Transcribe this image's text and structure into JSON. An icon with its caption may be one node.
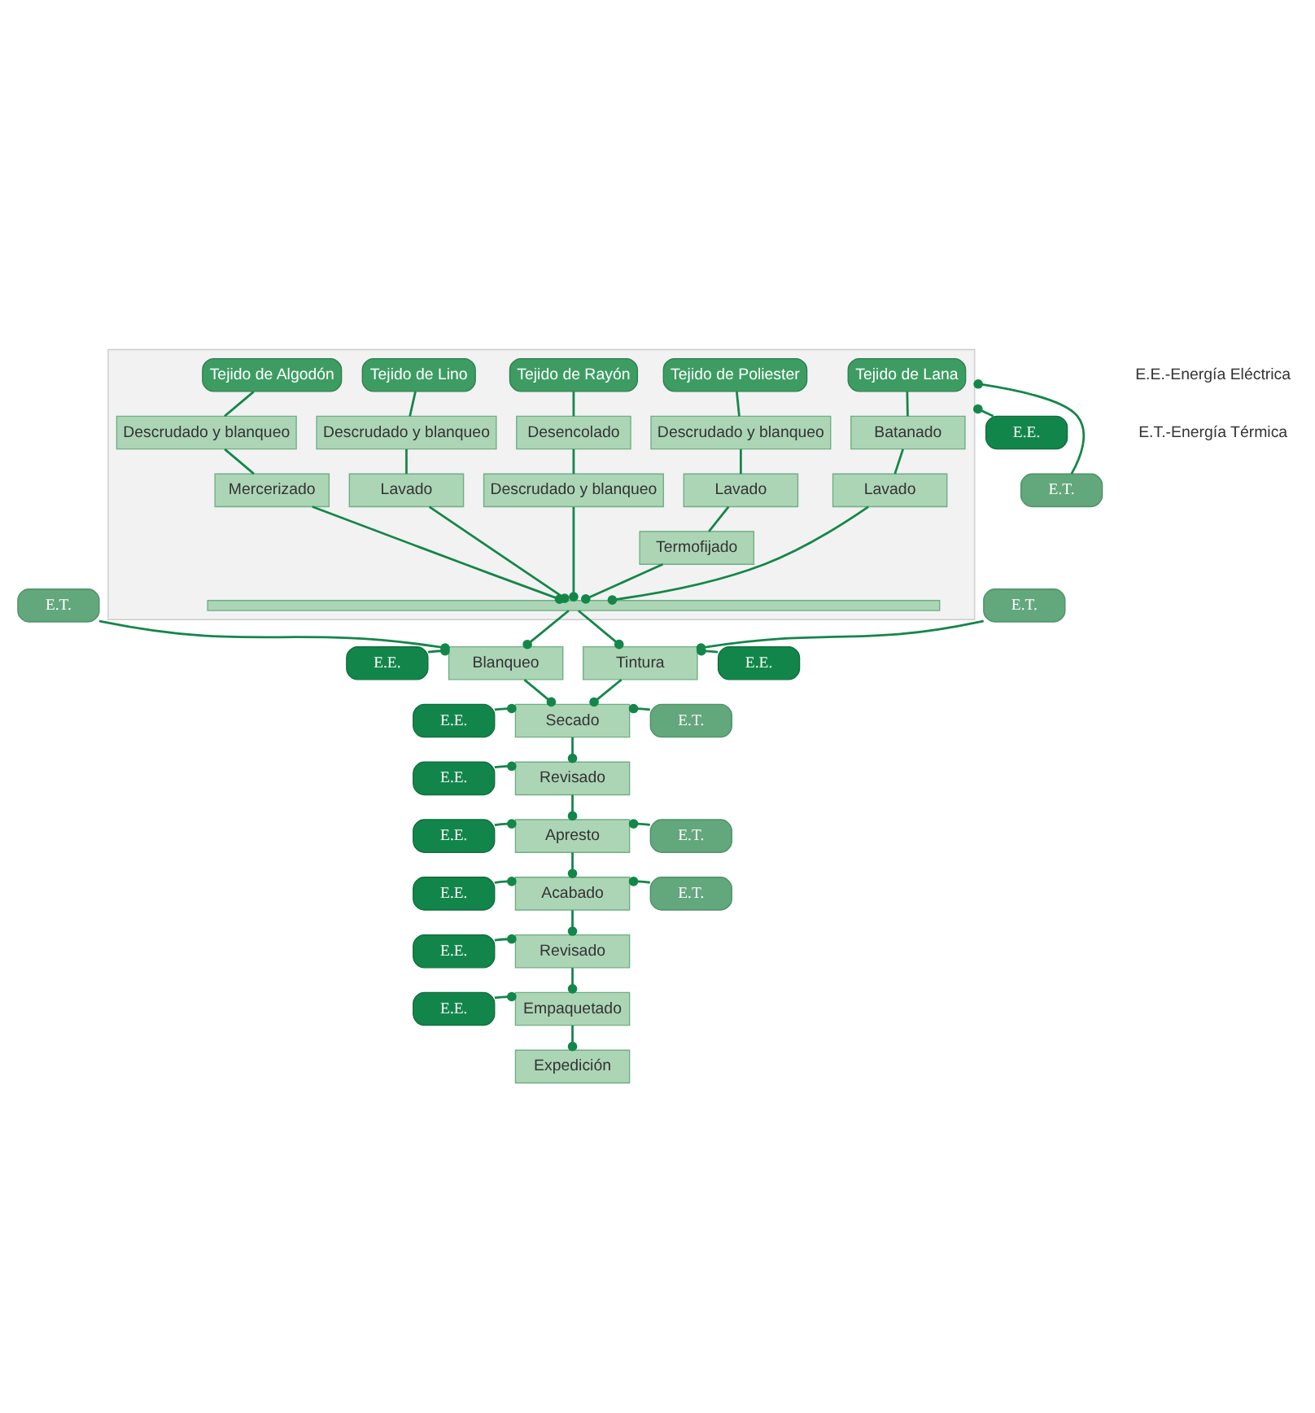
{
  "diagram": {
    "nodes": [
      {
        "text": [],
        "shape": "box"
      },
      {
        "text": [
          "Tejido de Lana"
        ],
        "in": 0
      },
      {
        "text": [
          "Batanado"
        ],
        "in": 0
      },
      {
        "text": [
          "Lavado"
        ],
        "in": 0
      },
      {
        "text": [
          "Tejido de Algodón"
        ],
        "in": 0
      },
      {
        "text": [
          "Descrudado y blanqueo"
        ],
        "in": 0
      },
      {
        "text": [
          "Mercerizado"
        ],
        "in": 0
      },
      {
        "text": [
          "Tejido de Lino"
        ],
        "in": 0
      },
      {
        "text": [
          "Descrudado y blanqueo"
        ],
        "in": 0
      },
      {
        "text": [
          "Lavado"
        ],
        "in": 0
      },
      {
        "text": [
          "Tejido de Rayón"
        ],
        "in": 0
      },
      {
        "text": [
          "Desencolado"
        ],
        "in": 0
      },
      {
        "text": [
          "Descrudado y blanqueo"
        ],
        "in": 0
      },
      {
        "text": [
          "Tejido de Poliester"
        ],
        "in": 0
      },
      {
        "text": [
          "Descrudado y blanqueo"
        ],
        "in": 0
      },
      {
        "text": [
          "Lavado"
        ],
        "in": 0
      },
      {
        "text": [
          "Termofijado"
        ],
        "in": 0
      },
      {
        "text": [],
        "shape": "bar",
        "in": 0
      },
      {
        "text": [
          "E.E."
        ]
      },
      {
        "text": [
          "E.T."
        ]
      },
      {
        "text": [
          "E.E."
        ]
      },
      {
        "text": [
          "E.T."
        ]
      },
      {
        "text": [
          "Blanqueo"
        ]
      },
      {
        "text": [
          "Tintura"
        ]
      },
      {
        "text": [
          "E.E."
        ]
      },
      {
        "text": [
          "E.T."
        ]
      },
      {
        "text": [
          "E.E."
        ]
      },
      {
        "text": [
          "Secado"
        ]
      },
      {
        "text": [
          "E.T."
        ]
      },
      {
        "text": [
          "E.E."
        ]
      },
      {
        "text": [
          "Revisado"
        ]
      },
      {
        "text": [
          "E.E."
        ]
      },
      {
        "text": [
          "Apresto"
        ]
      },
      {
        "text": [
          "E.T."
        ]
      },
      {
        "text": [
          "E.E."
        ]
      },
      {
        "text": [
          "Acabado"
        ]
      },
      {
        "text": [
          "E.T."
        ]
      },
      {
        "text": [
          "E.E."
        ]
      },
      {
        "text": [
          "Revisado"
        ]
      },
      {
        "text": [
          "E.E."
        ]
      },
      {
        "text": [
          "Empaquetado"
        ]
      },
      {
        "text": [
          "Expedición"
        ]
      }
    ],
    "edges": [
      {
        "from": 1,
        "to": 2,
        "arrow": "none"
      },
      {
        "from": 2,
        "to": 3,
        "arrow": "none"
      },
      {
        "from": 3,
        "to": 17,
        "arrow": "other"
      },
      {
        "from": 4,
        "to": 5,
        "arrow": "none"
      },
      {
        "from": 5,
        "to": 6,
        "arrow": "none"
      },
      {
        "from": 6,
        "to": 17,
        "arrow": "other"
      },
      {
        "from": 7,
        "to": 8,
        "arrow": "none"
      },
      {
        "from": 8,
        "to": 9,
        "arrow": "none"
      },
      {
        "from": 9,
        "to": 17,
        "arrow": "other"
      },
      {
        "from": 10,
        "to": 11,
        "arrow": "none"
      },
      {
        "from": 11,
        "to": 12,
        "arrow": "none"
      },
      {
        "from": 12,
        "to": 17,
        "arrow": "other"
      },
      {
        "from": 13,
        "to": 14,
        "arrow": "none"
      },
      {
        "from": 14,
        "to": 15,
        "arrow": "none"
      },
      {
        "from": 15,
        "to": 16,
        "arrow": "none"
      },
      {
        "from": 16,
        "to": 17,
        "arrow": "other"
      },
      {
        "from": 18,
        "to": 0,
        "arrow": "other"
      },
      {
        "from": 19,
        "to": 0,
        "arrow": "other"
      },
      {
        "from": 17,
        "to": 22,
        "arrow": "other"
      },
      {
        "from": 17,
        "to": 23,
        "arrow": "other"
      },
      {
        "from": 20,
        "to": 22,
        "arrow": "other"
      },
      {
        "from": 21,
        "to": 22,
        "arrow": "other"
      },
      {
        "from": 24,
        "to": 23,
        "arrow": "other"
      },
      {
        "from": 25,
        "to": 23,
        "arrow": "other"
      },
      {
        "from": 22,
        "to": 27,
        "arrow": "other"
      },
      {
        "from": 23,
        "to": 27,
        "arrow": "other"
      },
      {
        "from": 26,
        "to": 27,
        "arrow": "other"
      },
      {
        "from": 28,
        "to": 27,
        "arrow": "other"
      },
      {
        "from": 27,
        "to": 30,
        "arrow": "other"
      },
      {
        "from": 29,
        "to": 30,
        "arrow": "other"
      },
      {
        "from": 30,
        "to": 32,
        "arrow": "other"
      },
      {
        "from": 31,
        "to": 32,
        "arrow": "other"
      },
      {
        "from": 33,
        "to": 32,
        "arrow": "other"
      },
      {
        "from": 32,
        "to": 35,
        "arrow": "other"
      },
      {
        "from": 34,
        "to": 35,
        "arrow": "other"
      },
      {
        "from": 36,
        "to": 35,
        "arrow": "other"
      },
      {
        "from": 35,
        "to": 38,
        "arrow": "other"
      },
      {
        "from": 37,
        "to": 38,
        "arrow": "other"
      },
      {
        "from": 38,
        "to": 40,
        "arrow": "other"
      },
      {
        "from": 39,
        "to": 40,
        "arrow": "other"
      },
      {
        "from": 40,
        "to": 41,
        "arrow": "other"
      }
    ],
    "labels": [
      "E.E.-Energía Eléctrica",
      "E.T.-Energía Térmica"
    ]
  }
}
